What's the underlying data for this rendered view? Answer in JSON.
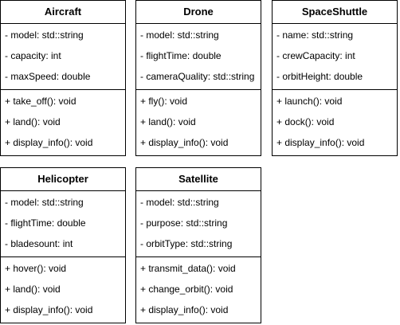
{
  "classes": [
    {
      "name": "Aircraft",
      "attributes": [
        "- model: std::string",
        "- capacity: int",
        "- maxSpeed: double"
      ],
      "methods": [
        "+ take_off(): void",
        "+ land(): void",
        "+ display_info(): void"
      ]
    },
    {
      "name": "Drone",
      "attributes": [
        "- model: std::string",
        "- flightTime: double",
        "- cameraQuality: std::string"
      ],
      "methods": [
        "+ fly(): void",
        "+ land(): void",
        "+ display_info(): void"
      ]
    },
    {
      "name": "SpaceShuttle",
      "attributes": [
        "- name: std::string",
        "- crewCapacity: int",
        "- orbitHeight: double"
      ],
      "methods": [
        "+ launch(): void",
        "+ dock(): void",
        "+ display_info(): void"
      ]
    },
    {
      "name": "Helicopter",
      "attributes": [
        "- model: std::string",
        "- flightTime: double",
        "- bladesount: int"
      ],
      "methods": [
        "+ hover(): void",
        "+ land(): void",
        "+ display_info(): void"
      ]
    },
    {
      "name": "Satellite",
      "attributes": [
        "- model: std::string",
        "- purpose: std::string",
        "- orbitType: std::string"
      ],
      "methods": [
        "+ transmit_data(): void",
        "+ change_orbit(): void",
        "+ display_info(): void"
      ]
    }
  ]
}
